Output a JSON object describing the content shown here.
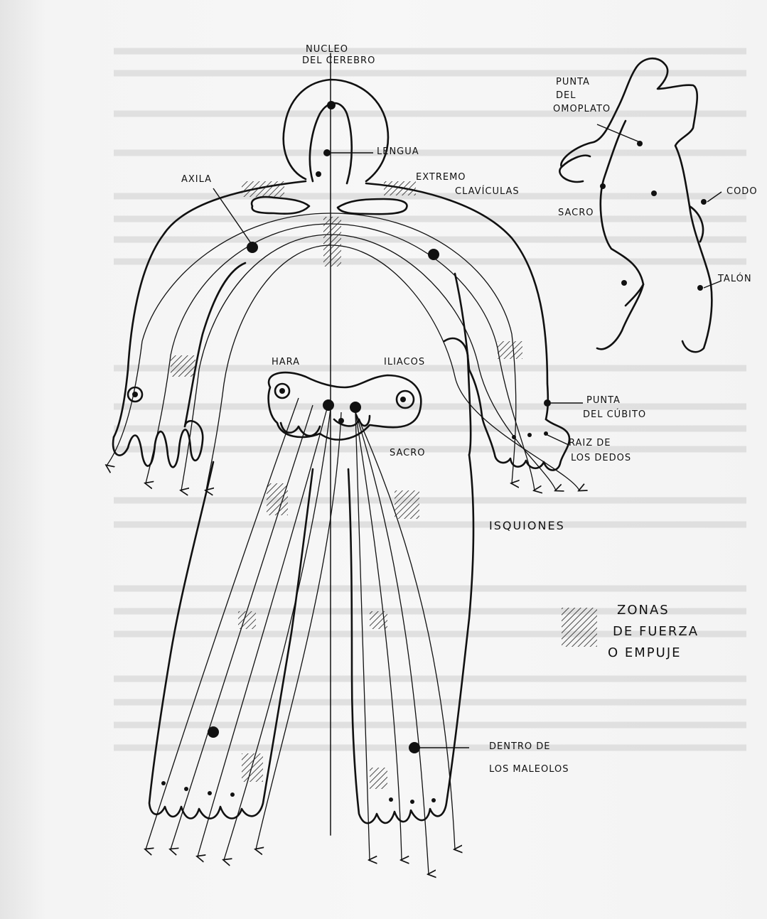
{
  "labels": {
    "nucleo_line1": "NUCLEO",
    "nucleo_line2": "DEL CEREBRO",
    "lengua": "LENGUA",
    "axila": "AXILA",
    "extremo": "EXTREMO",
    "claviculas": "CLAVÍCULAS",
    "punta": "PUNTA",
    "del": "DEL",
    "omoplato": "OMOPLATO",
    "codo": "CODO",
    "sacro_small": "SACRO",
    "talon": "TALÓN",
    "hara": "HARA",
    "iliacos": "ILIACOS",
    "punta2": "PUNTA",
    "del_cubito": "DEL CÚBITO",
    "raiz_de": "RAIZ DE",
    "los_dedos": "LOS DEDOS",
    "sacro": "SACRO",
    "isquiones": "ISQUIONES",
    "zonas": "ZONAS",
    "de_fuerza": "DE FUERZA",
    "o_empuje": "O EMPUJE",
    "dentro_de": "DENTRO DE",
    "los_maleolos": "LOS MALEOLOS"
  },
  "colors": {
    "ink": "#111111",
    "paper": "#f4f4f4",
    "faint_text": "#c9c9c9"
  }
}
